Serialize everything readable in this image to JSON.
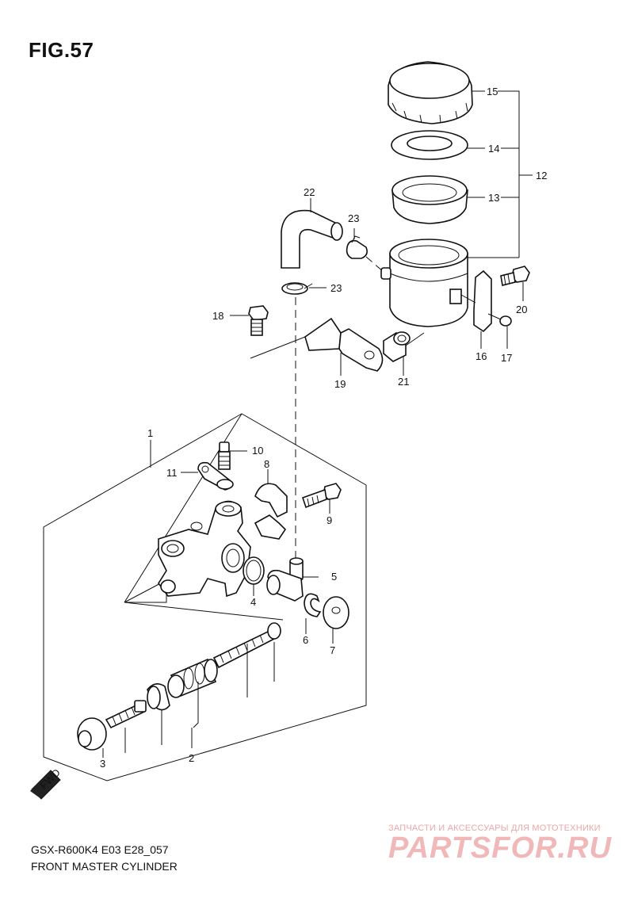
{
  "figure": {
    "title": "FIG.57",
    "model_code": "GSX-R600K4 E03 E28_057",
    "caption": "FRONT MASTER CYLINDER"
  },
  "direction_marker": "FWD",
  "watermark": {
    "line1": "ЗАПЧАСТИ И АКСЕССУАРЫ ДЛЯ МОТОТЕХНИКИ",
    "line2": "PARTSFOR.RU"
  },
  "callouts": {
    "p1": "1",
    "p2": "2",
    "p3": "3",
    "p4": "4",
    "p5": "5",
    "p6": "6",
    "p7": "7",
    "p8": "8",
    "p9": "9",
    "p10": "10",
    "p11": "11",
    "p12": "12",
    "p13": "13",
    "p14": "14",
    "p15": "15",
    "p16": "16",
    "p17": "17",
    "p18": "18",
    "p19": "19",
    "p20": "20",
    "p21": "21",
    "p22": "22",
    "p23a": "23",
    "p23b": "23"
  }
}
